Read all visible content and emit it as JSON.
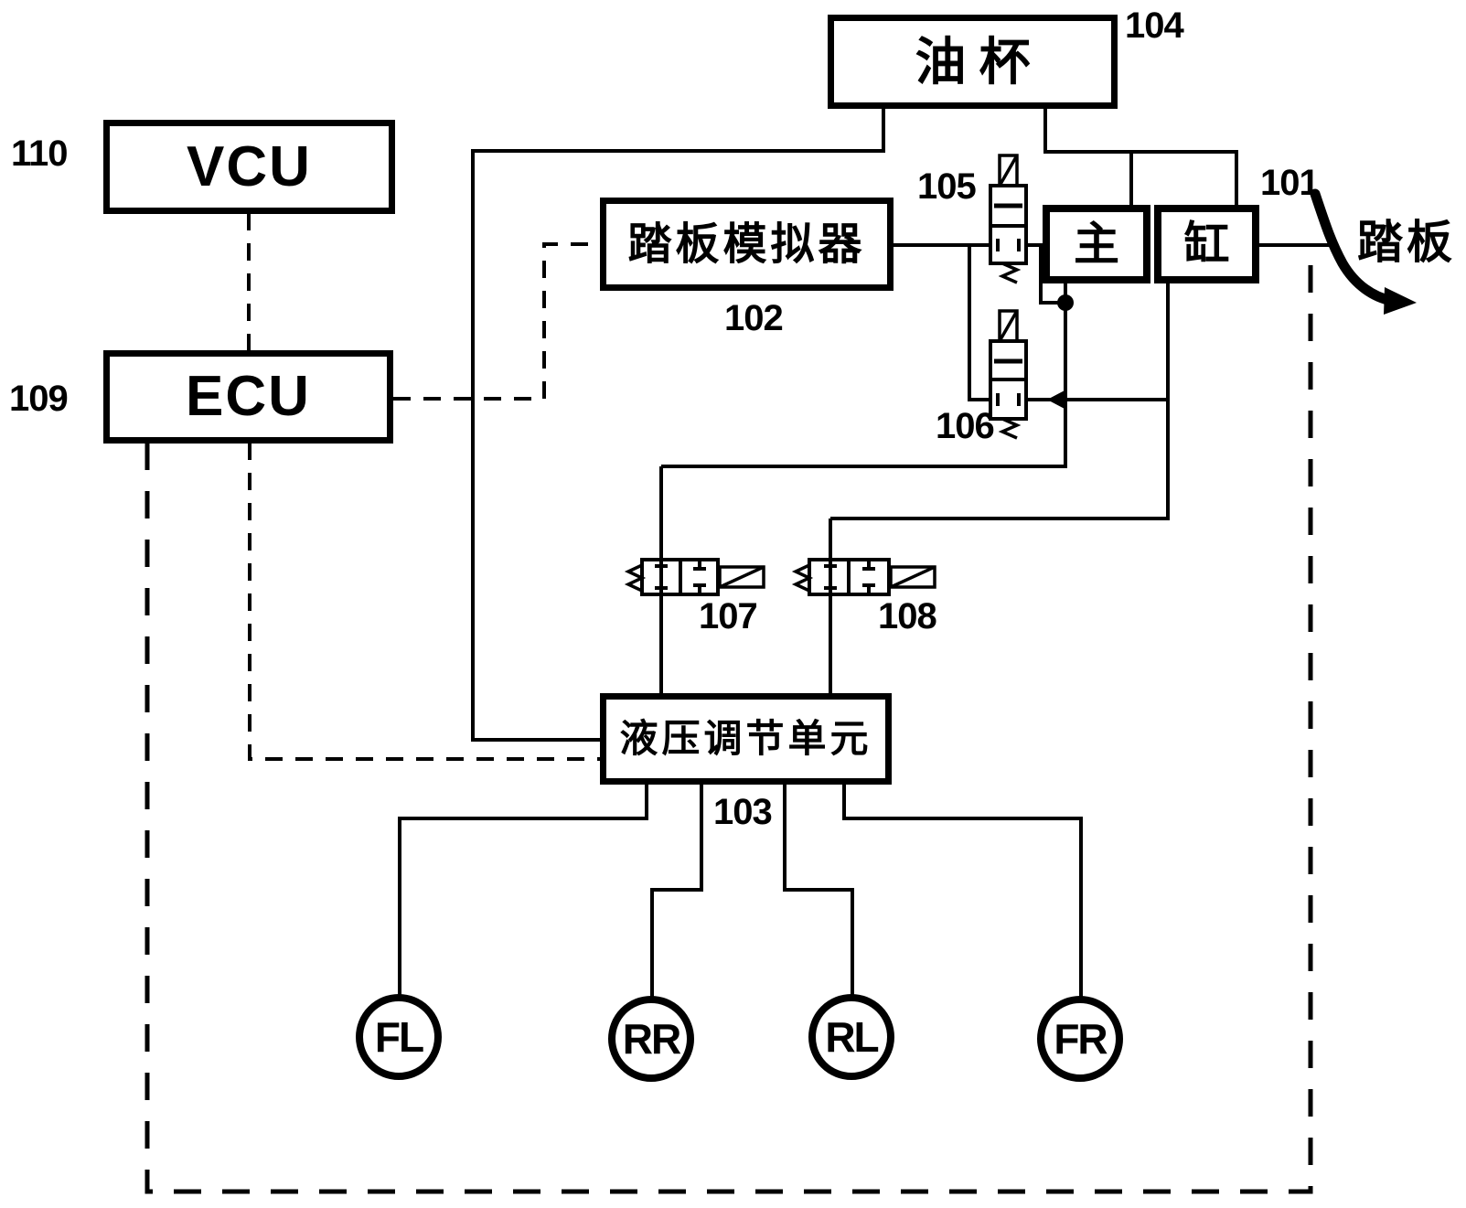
{
  "figure": {
    "colors": {
      "ink": "#000000",
      "background": "#ffffff"
    },
    "oil_cup": {
      "text": "油杯",
      "ref": "104"
    },
    "vcu": {
      "text": "VCU",
      "ref": "110"
    },
    "ecu": {
      "text": "ECU",
      "ref": "109"
    },
    "pedal_simulator": {
      "text": "踏板模拟器",
      "ref": "102"
    },
    "hydraulic_unit": {
      "text": "液压调节单元",
      "ref": "103"
    },
    "master_cylinder": {
      "left": "主",
      "right": "缸",
      "ref": "101"
    },
    "pedal": {
      "text": "踏板"
    },
    "valves": {
      "v105": {
        "ref": "105"
      },
      "v106": {
        "ref": "106"
      },
      "v107": {
        "ref": "107"
      },
      "v108": {
        "ref": "108"
      }
    },
    "wheels": [
      {
        "label": "FL"
      },
      {
        "label": "RR"
      },
      {
        "label": "RL"
      },
      {
        "label": "FR"
      }
    ]
  }
}
